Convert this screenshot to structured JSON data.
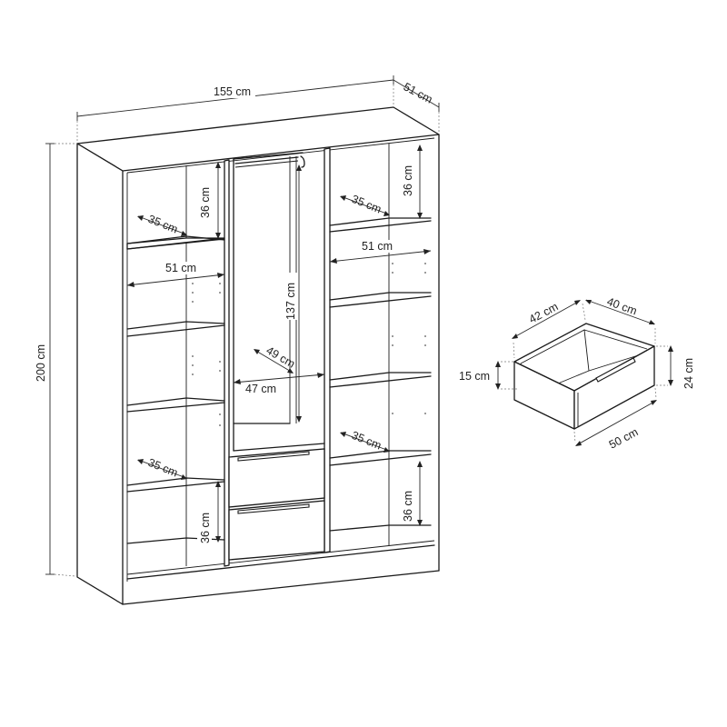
{
  "wardrobe": {
    "width_label": "155 cm",
    "depth_label": "51 cm",
    "height_label": "200 cm",
    "top_left_shelf_height": "36 cm",
    "top_left_shelf_depth": "35 cm",
    "left_inner_width": "51 cm",
    "center_height": "137 cm",
    "center_depth": "49 cm",
    "center_width": "47 cm",
    "bottom_left_shelf_depth": "35 cm",
    "bottom_left_shelf_height": "36 cm",
    "top_right_shelf_height": "36 cm",
    "top_right_shelf_depth": "35 cm",
    "right_inner_width": "51 cm",
    "bottom_right_shelf_depth": "35 cm",
    "bottom_right_shelf_height": "36 cm"
  },
  "drawer": {
    "depth_label": "42 cm",
    "inner_width_label": "40 cm",
    "inner_height_label": "15 cm",
    "outer_height_label": "24 cm",
    "front_width_label": "50 cm"
  }
}
